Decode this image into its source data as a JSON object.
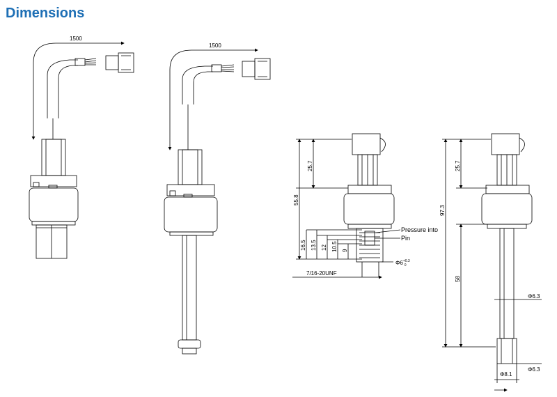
{
  "header": {
    "title": "Dimensions",
    "title_color": "#1e6fb5"
  },
  "drawing_1": {
    "cable_length": "1500"
  },
  "drawing_2": {
    "cable_length": "1500"
  },
  "drawing_3": {
    "overall_height": "55.8",
    "connector_height": "25.7",
    "dims": [
      "16.5",
      "13.5",
      "12",
      "10.5",
      "9"
    ],
    "pressure_label": "Pressure into",
    "pin_label": "Pin",
    "bore": "Φ6",
    "bore_tol_upper": "+0.3",
    "bore_tol_lower": "0",
    "thread": "7/16-20UNF"
  },
  "drawing_4": {
    "overall_height": "97.3",
    "connector_height": "25.7",
    "tube_length": "58",
    "tube_diameter": "Φ6.3",
    "tip_diameter": "Φ8.1",
    "tip_diameter_2": "Φ6.3"
  }
}
